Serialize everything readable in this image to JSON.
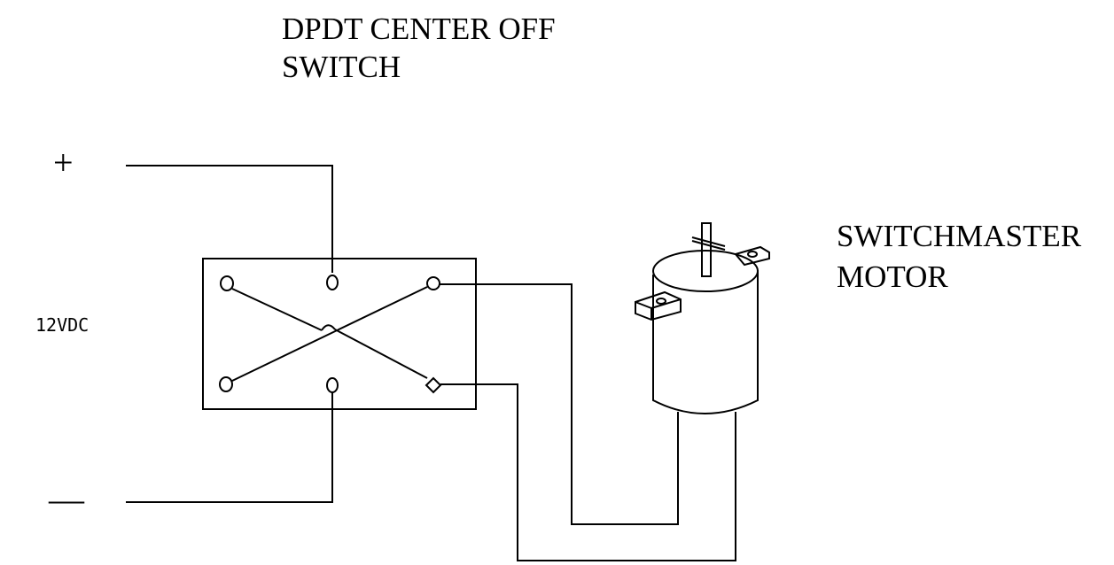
{
  "labels": {
    "switch_title_line1": "DPDT CENTER OFF",
    "switch_title_line2": "SWITCH",
    "motor_title_line1": "SWITCHMASTER",
    "motor_title_line2": "MOTOR",
    "supply_voltage": "12VDC",
    "positive": "+",
    "negative": "—"
  }
}
